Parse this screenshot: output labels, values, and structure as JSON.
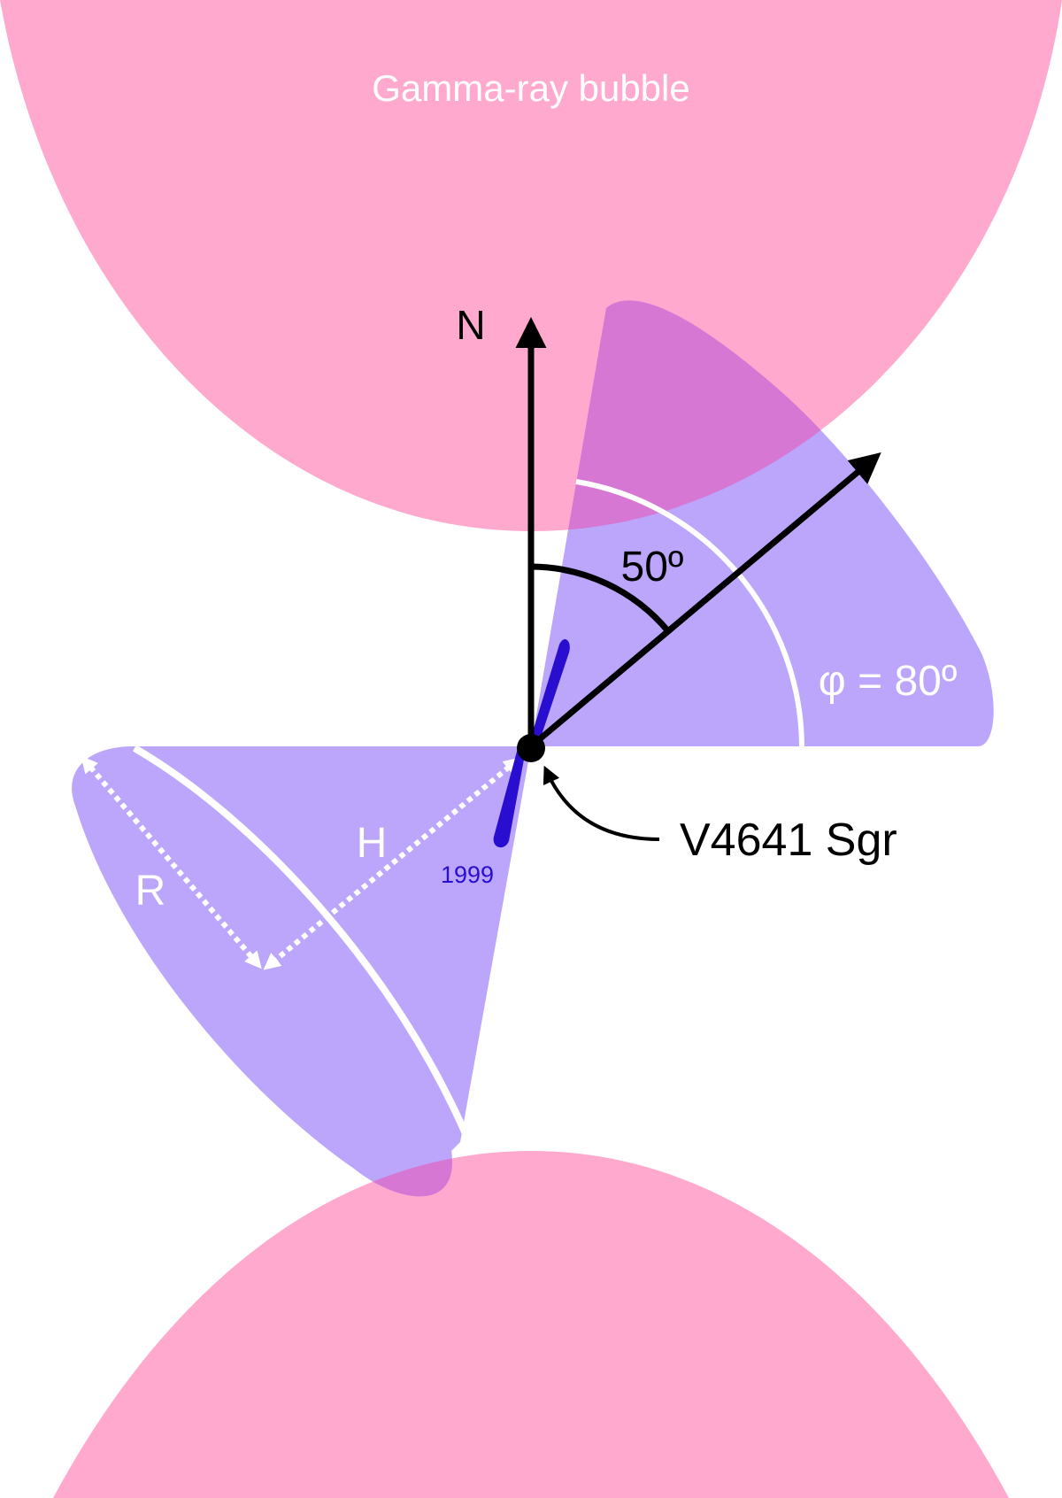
{
  "labels": {
    "bubble": "Gamma-ray bubble",
    "north": "N",
    "angle": "50º",
    "phi": "φ = 80º",
    "source": "V4641 Sgr",
    "height": "H",
    "radius": "R",
    "year": "1999"
  },
  "colors": {
    "bubble": "#ffa9cf",
    "cone": "#bba6fc",
    "overlap": "#d678d3",
    "jet": "#2a0ed0",
    "ink": "#000000",
    "marker": "#ffffff"
  }
}
